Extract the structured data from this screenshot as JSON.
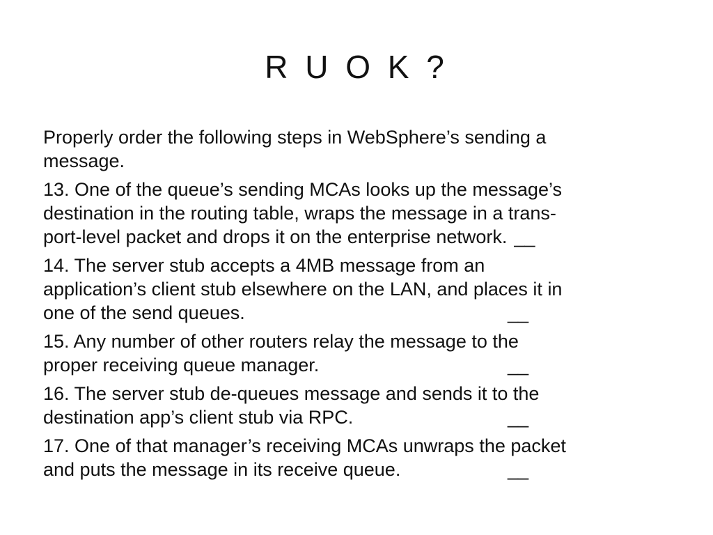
{
  "slide": {
    "title": "R U O K ?",
    "intro": [
      "Properly order the following steps in WebSphere’s sending a",
      "message."
    ],
    "steps": [
      {
        "lines": [
          "13. One of the queue’s sending MCAs looks up the message’s",
          "destination in the routing table, wraps the message in a trans-",
          "port-level packet and drops it on the enterprise network."
        ],
        "blank": "__"
      },
      {
        "lines": [
          "14. The server stub accepts a 4MB message from an",
          "application’s client stub elsewhere on the LAN, and places it in",
          "one of the send queues."
        ],
        "blank": "__"
      },
      {
        "lines": [
          "15. Any number of other routers relay the message to the",
          "proper receiving queue manager."
        ],
        "blank": "__"
      },
      {
        "lines": [
          "16. The server stub de-queues message and sends it to the",
          "destination app’s client stub via RPC."
        ],
        "blank": "__"
      },
      {
        "lines": [
          "17. One of that manager’s receiving MCAs unwraps the packet",
          "and puts the message in its receive queue."
        ],
        "blank": "__"
      }
    ]
  }
}
